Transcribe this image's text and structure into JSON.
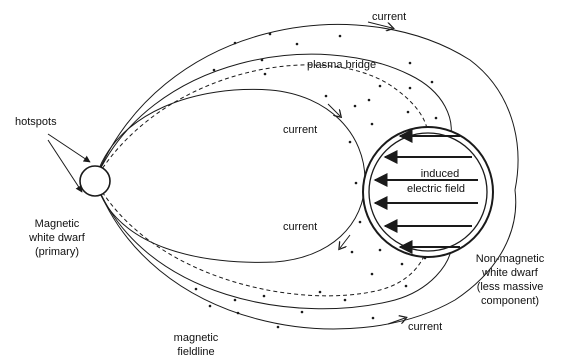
{
  "labels": {
    "hotspots": "hotspots",
    "primary_line1": "Magnetic",
    "primary_line2": "white dwarf",
    "primary_line3": "(primary)",
    "secondary_line1": "Non-magnetic",
    "secondary_line2": "white dwarf",
    "secondary_line3": "(less massive",
    "secondary_line4": "component)",
    "plasma_bridge": "plasma bridge",
    "current_top": "current",
    "current_inner_upper": "current",
    "current_inner_lower": "current",
    "current_bottom": "current",
    "induced_line1": "induced",
    "induced_line2": "electric field",
    "fieldline_line1": "magnetic",
    "fieldline_line2": "fieldline"
  },
  "colors": {
    "ink": "#1a1a1a",
    "background": "#ffffff"
  },
  "field_arrow_count": 6
}
